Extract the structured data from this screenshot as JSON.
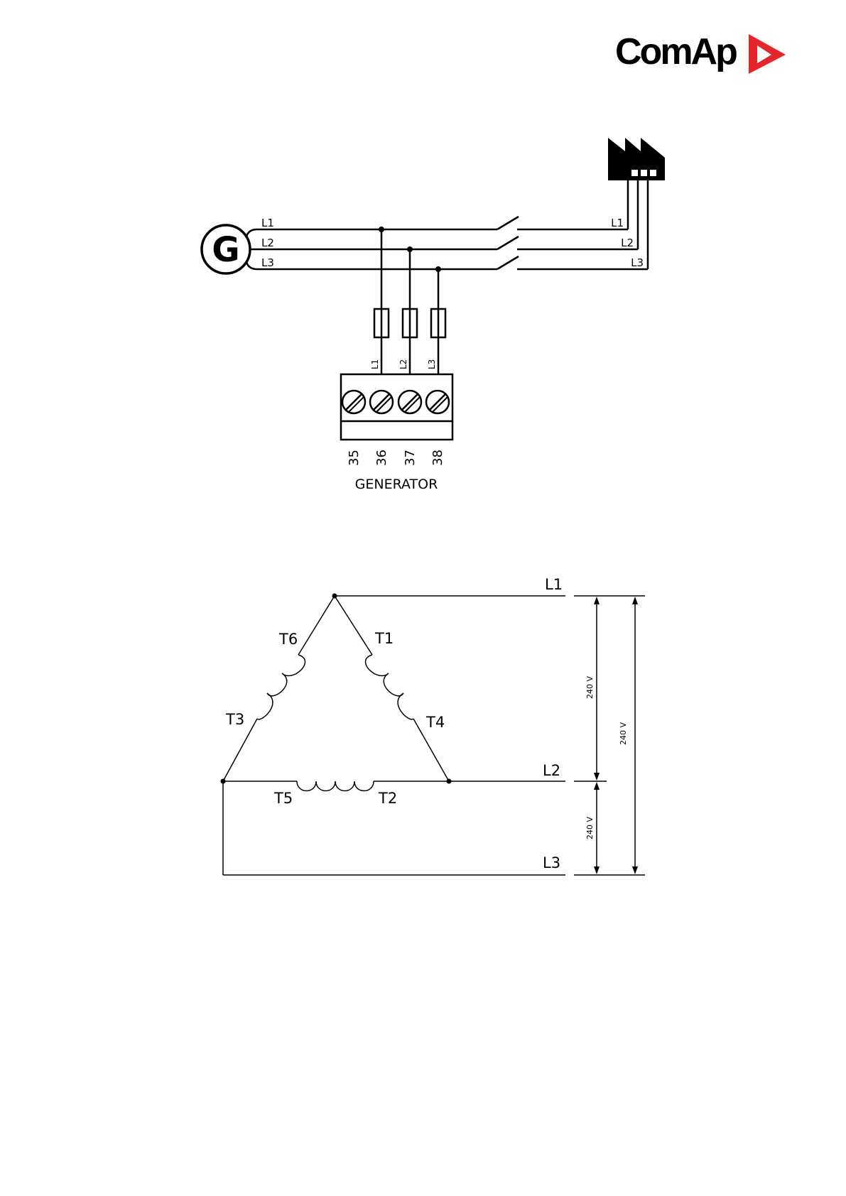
{
  "brand": {
    "name": "ComAp",
    "accent": "#e3262b"
  },
  "wiring": {
    "generator_symbol": "G",
    "source_lines": [
      "L1",
      "L2",
      "L3"
    ],
    "load_lines": [
      "L1",
      "L2",
      "L3"
    ],
    "fuse_labels": [
      "L1",
      "L2",
      "L3"
    ],
    "terminals": [
      "35",
      "36",
      "37",
      "38"
    ],
    "terminal_block_label": "GENERATOR",
    "load_icon": "factory-icon"
  },
  "delta": {
    "lines": [
      "L1",
      "L2",
      "L3"
    ],
    "windings": [
      "T6",
      "T1",
      "T3",
      "T4",
      "T5",
      "T2"
    ],
    "voltages": [
      "240 V",
      "240 V",
      "240 V"
    ]
  }
}
